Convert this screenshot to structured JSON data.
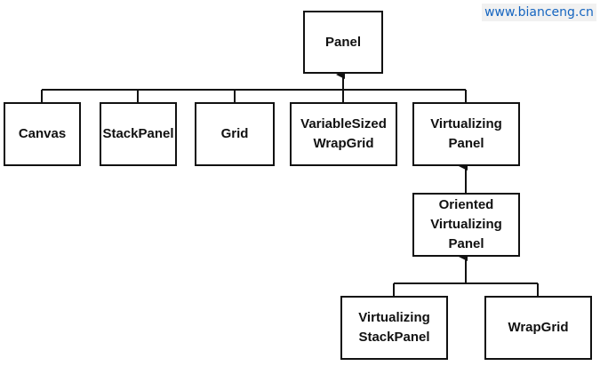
{
  "watermark": "www.bianceng.cn",
  "nodes": {
    "panel": "Panel",
    "canvas": "Canvas",
    "stackpanel": "StackPanel",
    "grid": "Grid",
    "variablesized": "VariableSized\nWrapGrid",
    "virtualizing": "Virtualizing\nPanel",
    "oriented": "Oriented\nVirtualizing\nPanel",
    "virtstack": "Virtualizing\nStackPanel",
    "wrapgrid": "WrapGrid"
  },
  "edges": [
    {
      "from": "canvas",
      "to": "panel"
    },
    {
      "from": "stackpanel",
      "to": "panel"
    },
    {
      "from": "grid",
      "to": "panel"
    },
    {
      "from": "variablesized",
      "to": "panel"
    },
    {
      "from": "virtualizing",
      "to": "panel"
    },
    {
      "from": "oriented",
      "to": "virtualizing"
    },
    {
      "from": "virtstack",
      "to": "oriented"
    },
    {
      "from": "wrapgrid",
      "to": "oriented"
    }
  ]
}
